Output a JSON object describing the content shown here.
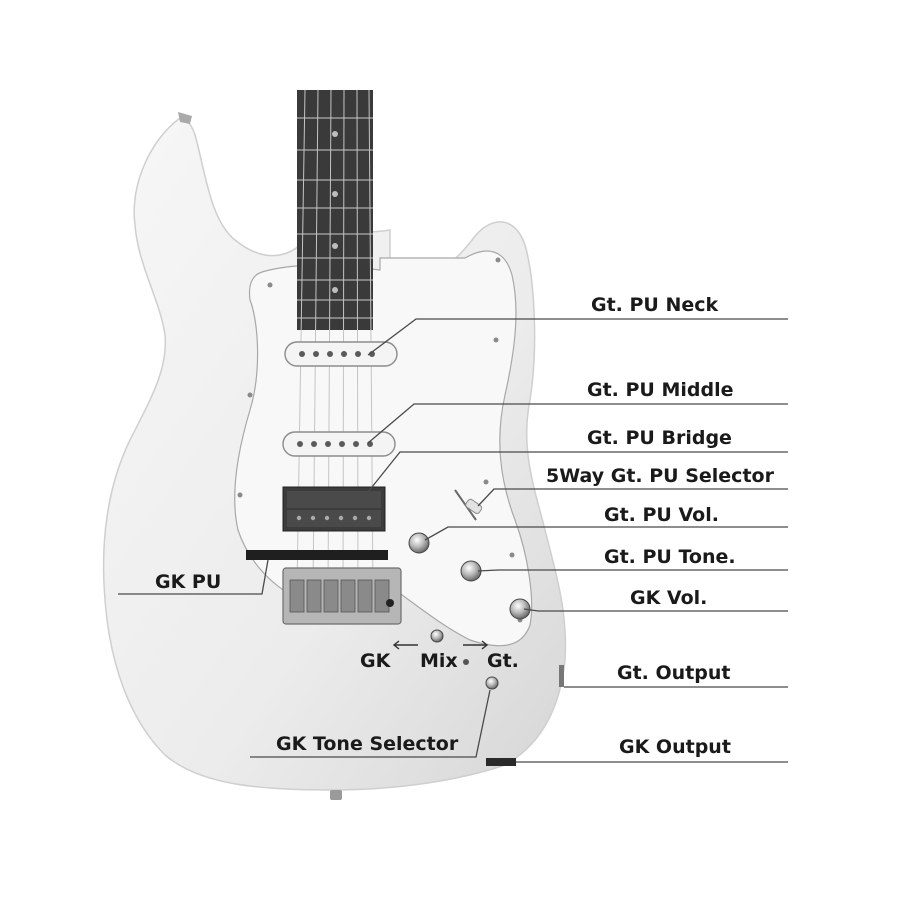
{
  "labels": {
    "gt_pu_neck": "Gt. PU Neck",
    "gt_pu_middle": "Gt. PU Middle",
    "gt_pu_bridge": "Gt. PU Bridge",
    "pu_selector": "5Way Gt. PU Selector",
    "gt_pu_vol": "Gt. PU Vol.",
    "gt_pu_tone": "Gt. PU Tone.",
    "gk_vol": "GK Vol.",
    "gt_output": "Gt. Output",
    "gk_output": "GK Output",
    "gk_pu": "GK PU",
    "gk_tone_selector": "GK Tone Selector",
    "switch_gk": "GK",
    "switch_mix": "Mix",
    "switch_gt": "Gt."
  },
  "colors": {
    "body": "#ededed",
    "pickguard": "#f8f8f8",
    "fretboard": "#3a3a3a",
    "hardware": "#9a9a9a",
    "leader": "#4a4a4a",
    "text": "#1a1a1a"
  }
}
